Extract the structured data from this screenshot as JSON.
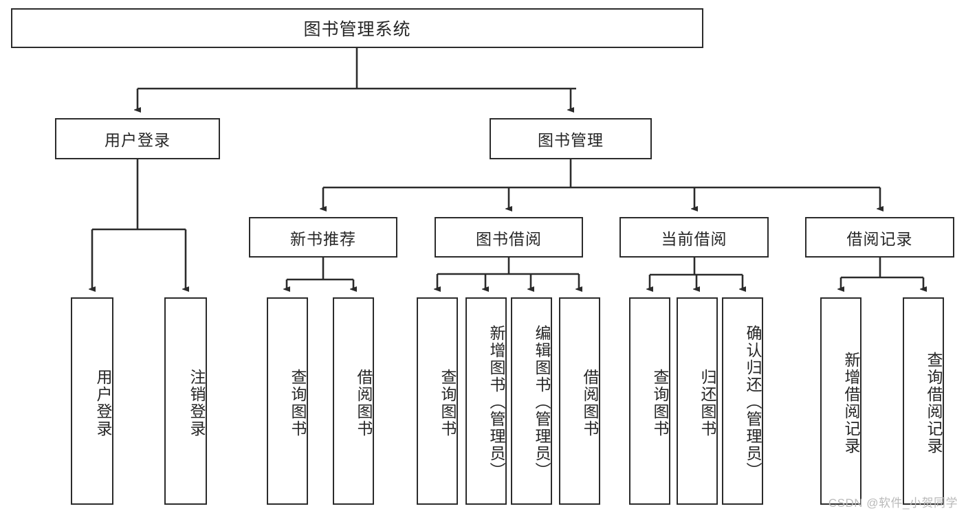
{
  "diagram": {
    "title": "图书管理系统",
    "type": "hierarchy-tree",
    "colors": {
      "border": "#2b2b2b",
      "text": "#262626",
      "background": "#ffffff",
      "watermark": "#b9b9b9"
    },
    "root": {
      "label": "图书管理系统"
    },
    "level2": [
      {
        "label": "用户登录"
      },
      {
        "label": "图书管理"
      }
    ],
    "level3": [
      {
        "label": "新书推荐"
      },
      {
        "label": "图书借阅"
      },
      {
        "label": "当前借阅"
      },
      {
        "label": "借阅记录"
      }
    ],
    "leaves": {
      "user_login": [
        {
          "label": "用户登录"
        },
        {
          "label": "注销登录"
        }
      ],
      "new_book_recommend": [
        {
          "label": "查询图书"
        },
        {
          "label": "借阅图书"
        }
      ],
      "book_borrow": [
        {
          "label": "查询图书"
        },
        {
          "label": "新增图书（管理员）"
        },
        {
          "label": "编辑图书（管理员）"
        },
        {
          "label": "借阅图书"
        }
      ],
      "current_borrow": [
        {
          "label": "查询图书"
        },
        {
          "label": "归还图书"
        },
        {
          "label": "确认归还（管理员）"
        }
      ],
      "borrow_record": [
        {
          "label": "新增借阅记录"
        },
        {
          "label": "查询借阅记录"
        }
      ]
    }
  },
  "watermark": {
    "text": "CSDN @软件_小贺同学"
  }
}
